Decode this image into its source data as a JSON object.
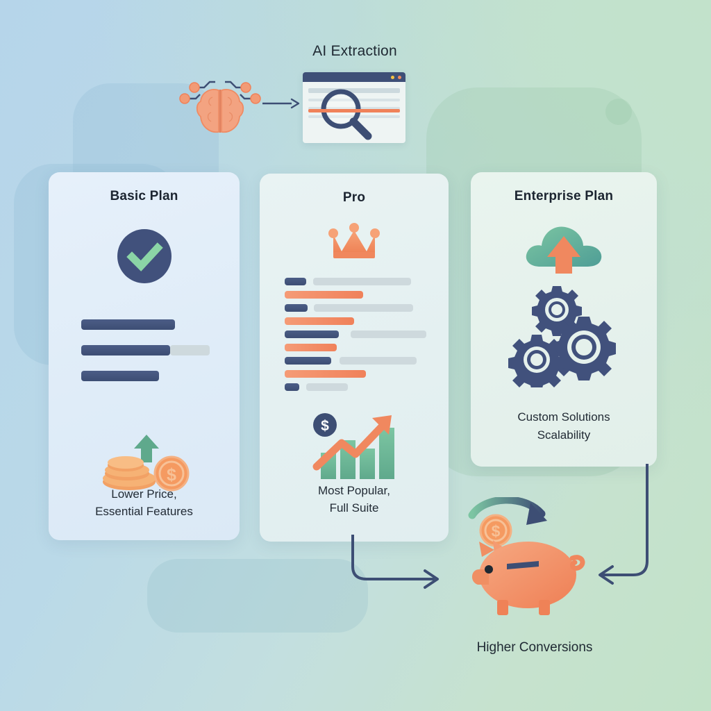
{
  "diagram": {
    "top": {
      "label": "AI Extraction",
      "brain_icon": "brain-circuit-icon",
      "arrow_icon": "arrow-right-icon",
      "browser_icon": "browser-search-window-icon"
    },
    "cards": [
      {
        "id": "basic",
        "title": "Basic Plan",
        "icon": "check-circle-icon",
        "caption_line1": "Lower Price,",
        "caption_line2": "Essential Features",
        "footer_icon": "coins-growth-icon",
        "bars": [
          {
            "navy_width": 135,
            "gray_width": 0
          },
          {
            "navy_width": 128,
            "gray_width": 57
          },
          {
            "navy_width": 112,
            "gray_width": 0
          }
        ]
      },
      {
        "id": "pro",
        "title": "Pro",
        "icon": "crown-icon",
        "caption_line1": "Most Popular,",
        "caption_line2": "Full Suite",
        "footer_icon": "growth-chart-dollar-icon",
        "rows": [
          {
            "type": "pair",
            "navy_width": 31,
            "gray_width": 141
          },
          {
            "type": "orange",
            "orange_width": 113
          },
          {
            "type": "pair",
            "navy_width": 33,
            "gray_width": 143
          },
          {
            "type": "orange",
            "orange_width": 100
          },
          {
            "type": "pair",
            "navy_width": 84,
            "gray_width": 117
          },
          {
            "type": "orange",
            "orange_width": 75
          },
          {
            "type": "pair",
            "navy_width": 67,
            "gray_width": 111
          },
          {
            "type": "orange",
            "orange_width": 117
          },
          {
            "type": "pair",
            "navy_width": 21,
            "gray_width": 60
          }
        ]
      },
      {
        "id": "enterprise",
        "title": "Enterprise Plan",
        "icon": "cloud-upload-icon",
        "secondary_icon": "gears-icon",
        "caption_line1": "Custom Solutions",
        "caption_line2": "Scalability"
      }
    ],
    "outcome": {
      "icon": "piggy-bank-icon",
      "coin_icon": "dollar-coin-icon",
      "curved_arrow_icon": "curved-arrow-icon",
      "label": "Higher Conversions"
    },
    "connectors": [
      {
        "name": "pro-to-piggy",
        "icon": "elbow-arrow-right-icon"
      },
      {
        "name": "enterprise-to-piggy",
        "icon": "elbow-arrow-left-icon"
      }
    ]
  },
  "colors": {
    "navy": "#3d4e74",
    "orange": "#f0825a",
    "green": "#7fc5a0",
    "gray_bar": "#ced9dd",
    "bg_blue": "#b9d7e8",
    "bg_green": "#c2e2c8",
    "text_dark": "#1f2933"
  }
}
